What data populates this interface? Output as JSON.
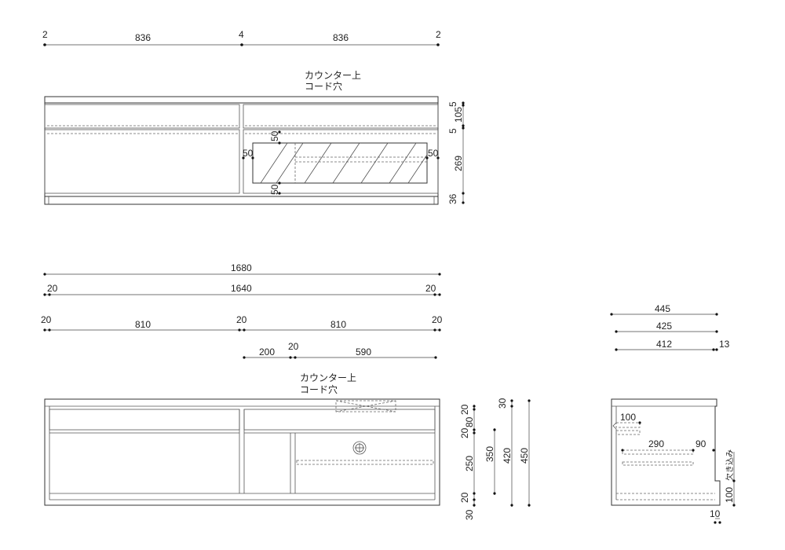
{
  "front_view": {
    "top_dims": [
      "2",
      "836",
      "4",
      "836",
      "2"
    ],
    "note_line1": "カウンター上",
    "note_line2": "コード穴",
    "glass_dims": {
      "top": "50",
      "left": "50",
      "right": "50",
      "bottom": "50"
    },
    "right_dims": [
      "5",
      "105",
      "5",
      "269",
      "36"
    ]
  },
  "plan_view": {
    "dim_row1": [
      "1680"
    ],
    "dim_row2": [
      "20",
      "1640",
      "20"
    ],
    "dim_row3": [
      "20",
      "810",
      "20",
      "810",
      "20"
    ],
    "dim_row4": [
      "200",
      "20",
      "590"
    ],
    "note_line1": "カウンター上",
    "note_line2": "コード穴",
    "right_dims_a": [
      "20",
      "80",
      "20",
      "250",
      "20",
      "30"
    ],
    "right_dims_b": [
      "30",
      "350",
      "420",
      "450"
    ]
  },
  "side_view": {
    "dim_rows": [
      "445",
      "425",
      "412",
      "13"
    ],
    "inner_dims": [
      "100",
      "290",
      "90"
    ],
    "vertical_note": "欠き込み",
    "bottom_dims": [
      "100",
      "10"
    ]
  }
}
